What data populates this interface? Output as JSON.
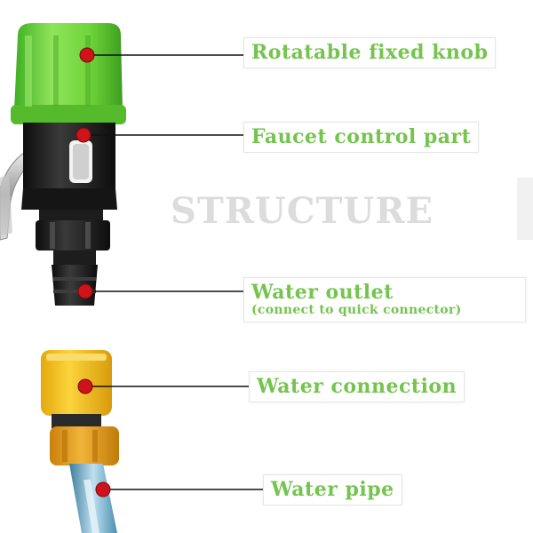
{
  "watermark": "STRUCTURE",
  "labels": {
    "knob": "Rotatable fixed knob",
    "faucet": "Faucet control part",
    "outlet_main": "Water outlet",
    "outlet_sub": "(connect to quick connector)",
    "connection": "Water connection",
    "pipe": "Water pipe"
  },
  "colors": {
    "label_text": "#74c44e",
    "knob_green": "#6fd43a",
    "connector_yellow": "#f3c21a",
    "connector_orange": "#e9a41a",
    "marker_red": "#d0121b",
    "body_black": "#1a1a1a",
    "pipe_blue": "#6aa9c9",
    "watermark": "#dcdcdc"
  }
}
